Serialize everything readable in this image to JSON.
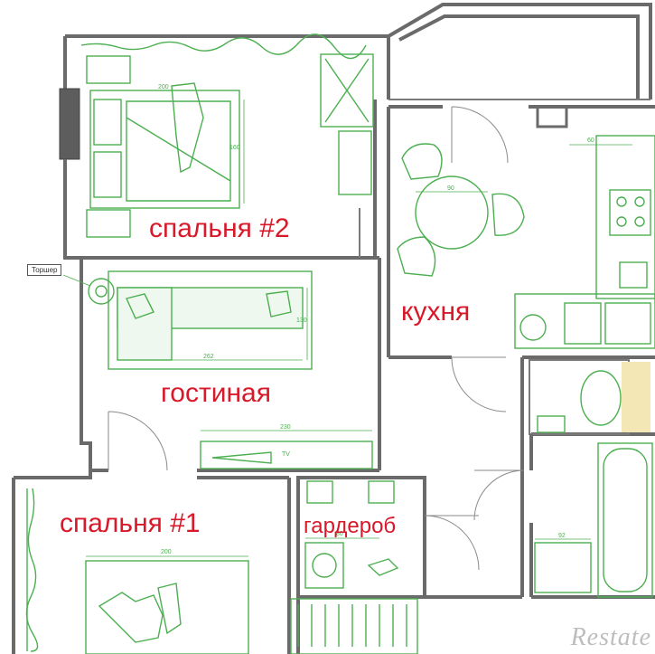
{
  "rooms": {
    "bedroom2": "спальня  #2",
    "living": "гостиная",
    "kitchen": "кухня",
    "bedroom1": "спальня  #1",
    "wardrobe": "гардероб"
  },
  "labels": {
    "floor_lamp": "Торшер",
    "tv": "TV"
  },
  "dimensions": {
    "bed2_width": "200",
    "bed2_length": "160",
    "sofa_length": "262",
    "sofa_depth": "130",
    "tv_unit": "230",
    "bed1_width": "200",
    "table": "90",
    "kitchen_top": "60",
    "wardrobe_w": "80",
    "bath_w": "92"
  },
  "watermark": "Restate",
  "colors": {
    "room_label": "#d7192a",
    "furniture": "#4caf50",
    "walls": "#6a6a6a"
  }
}
